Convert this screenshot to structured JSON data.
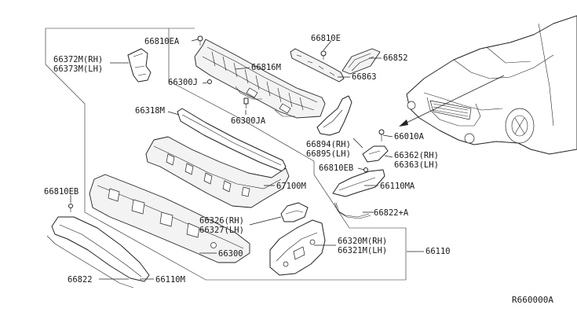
{
  "labels": {
    "l66810EA": "66810EA",
    "l66372M": "66372M(RH)",
    "l66373M": "66373M(LH)",
    "l66816M": "66816M",
    "l66810E": "66810E",
    "l66852": "66852",
    "l66300J": "66300J",
    "l66863": "66863",
    "l66318M": "66318M",
    "l66300JA": "66300JA",
    "l66010A": "66010A",
    "l66894": "66894(RH)",
    "l66895": "66895(LH)",
    "l66362": "66362(RH)",
    "l66363": "66363(LH)",
    "l66810EB_r": "66810EB",
    "l67100M": "67100M",
    "l66110MA": "66110MA",
    "l66810EB_l": "66810EB",
    "l66822A": "66822+A",
    "l66326": "66326(RH)",
    "l66327": "66327(LH)",
    "l66320M": "66320M(RH)",
    "l66321M": "66321M(LH)",
    "l66110": "66110",
    "l66300": "66300",
    "l66822": "66822",
    "l66110M": "66110M"
  },
  "ref_code": "R660000A"
}
